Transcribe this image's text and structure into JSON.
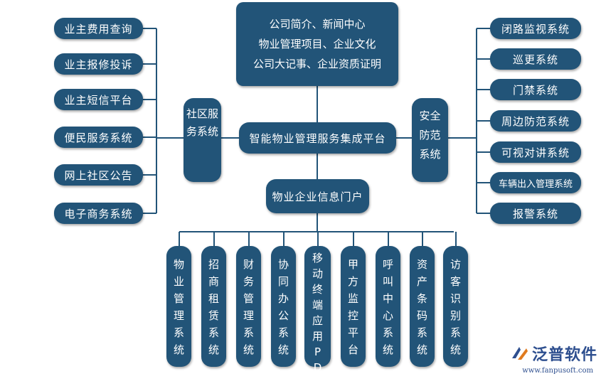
{
  "top_box": {
    "lines": [
      "公司简介、新闻中心",
      "物业管理项目、企业文化",
      "公司大记事、企业资质证明"
    ]
  },
  "center": {
    "label": "智能物业管理服务集成平台"
  },
  "portal": {
    "label": "物业企业信息门户"
  },
  "community": {
    "hub_label": "社区服务系统",
    "items": [
      "业主费用查询",
      "业主报修投诉",
      "业主短信平台",
      "便民服务系统",
      "网上社区公告",
      "电子商务系统"
    ]
  },
  "security": {
    "hub_label": "安全防范系统",
    "items": [
      "闭路监视系统",
      "巡更系统",
      "门禁系统",
      "周边防范系统",
      "可视对讲系统",
      "车辆出入管理系统",
      "报警系统"
    ]
  },
  "modules": {
    "items": [
      "物业管理系统",
      "招商租赁系统",
      "财务管理系统",
      "协同办公系统",
      "移动终端应用PDA",
      "甲方监控平台",
      "呼叫中心系统",
      "资产条码系统",
      "访客识别系统"
    ]
  },
  "watermark": {
    "brand": "泛普软件",
    "url": "www.fanpusoft.com"
  },
  "colors": {
    "node": "#225478",
    "line": "#225478",
    "brand": "#2e4f8f"
  }
}
